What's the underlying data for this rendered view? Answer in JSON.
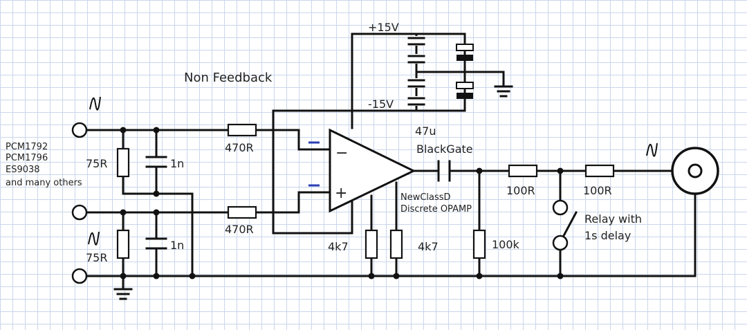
{
  "title": "Non Feedback",
  "dac_chips": [
    "PCM1792",
    "PCM1796",
    "ES9038",
    "and many others"
  ],
  "supply": {
    "positive": "+15V",
    "negative": "-15V"
  },
  "components": {
    "r_in_top": "470R",
    "r_in_bottom": "470R",
    "r_term_top": "75R",
    "r_term_bottom": "75R",
    "c_top": "1n",
    "c_bottom": "1n",
    "r_load_left": "4k7",
    "r_load_right": "4k7",
    "coupling_cap_value": "47u",
    "coupling_cap_type": "BlackGate",
    "r_shunt": "100k",
    "r_series_1": "100R",
    "r_series_2": "100R"
  },
  "opamp": {
    "line1": "NewClassD",
    "line2": "Discrete OPAMP",
    "minus": "−",
    "plus": "+"
  },
  "relay": {
    "line1": "Relay with",
    "line2": "1s delay"
  },
  "colors": {
    "grid": "#c9d6ea",
    "wire": "#111111",
    "polarity_marks": "#2b3fb5"
  }
}
